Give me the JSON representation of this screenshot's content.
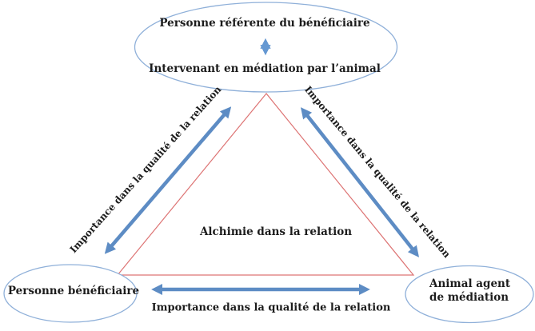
{
  "top_ellipse": {
    "referent_label": "Personne référente du bénéficiaire",
    "intervenant_label": "Intervenant en médiation par l’animal"
  },
  "left_ellipse": {
    "label": "Personne bénéficiaire"
  },
  "right_ellipse": {
    "label": "Animal agent de médiation"
  },
  "triangle": {
    "center_label": "Alchimie dans la relation"
  },
  "edges": {
    "left_label": "Importance dans la qualité de la relation",
    "right_label": "Importance dans la qualité de la relation",
    "bottom_label": "Importance dans la qualité de la relation"
  },
  "colors": {
    "arrow_blue": "#5d8cc4",
    "arrow_blue_light": "#6598d2",
    "ellipse_stroke": "#8fb0d9",
    "triangle_red": "#dd7373"
  },
  "icons": {
    "vertical_double_arrow": "up-down-arrow",
    "diagonal_double_arrows": "double-headed-arrow",
    "horizontal_double_arrow": "double-headed-arrow"
  }
}
